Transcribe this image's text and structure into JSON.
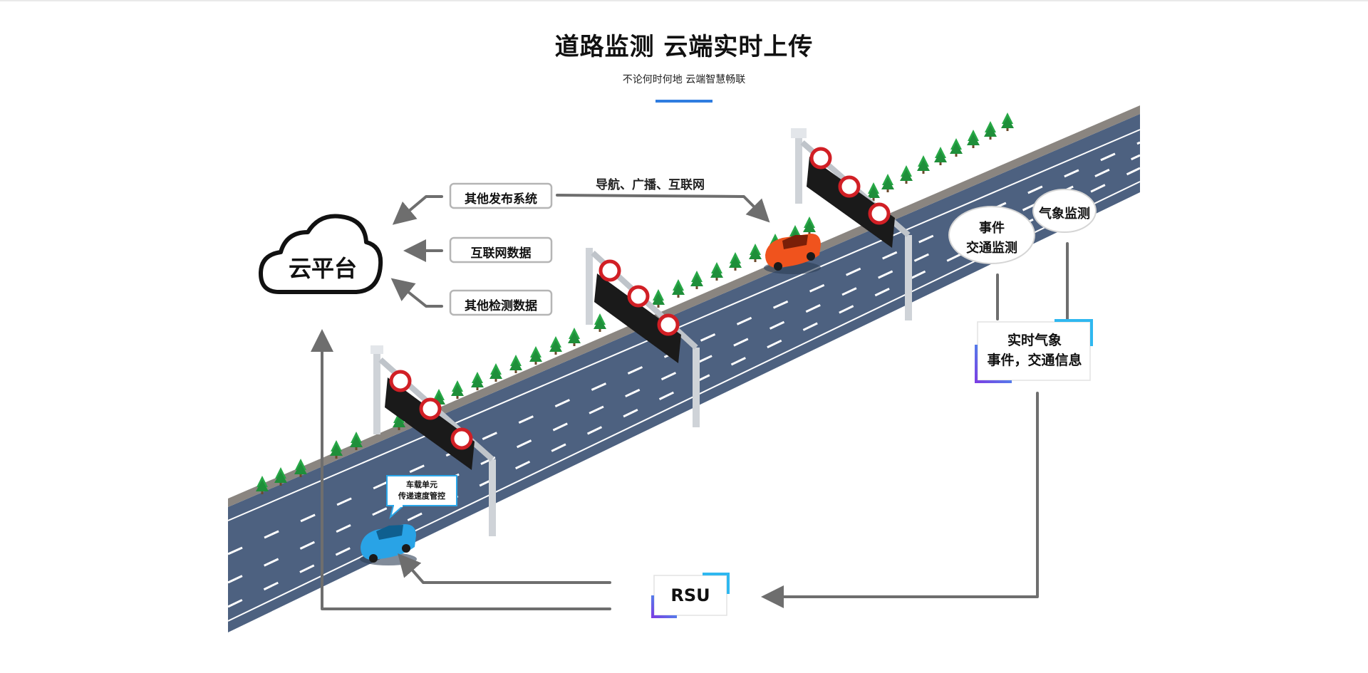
{
  "header": {
    "title": "道路监测 云端实时上传",
    "subtitle": "不论何时何地 云端智慧畅联"
  },
  "diagram": {
    "cloud_label": "云平台",
    "sources": [
      "其他发布系统",
      "互联网数据",
      "其他检测数据"
    ],
    "nav_label": "导航、广播、互联网",
    "bubbles": {
      "event": [
        "事件",
        "交通监测"
      ],
      "weather": "气象监测"
    },
    "info_box": [
      "实时气象",
      "事件，交通信息"
    ],
    "rsu_label": "RSU",
    "car_callout": [
      "车载单元",
      "传递速度管控"
    ]
  },
  "colors": {
    "accent": "#2f7de0",
    "road": "#4d6180",
    "curb": "#8a8580",
    "arrow": "#6e6e6e",
    "car_blue": "#29a3e6",
    "car_orange": "#f0531d",
    "tree": "#27a846",
    "sign_red": "#d11f25",
    "frame_gradient": [
      "#2fb8f0",
      "#7b3fe4"
    ]
  }
}
